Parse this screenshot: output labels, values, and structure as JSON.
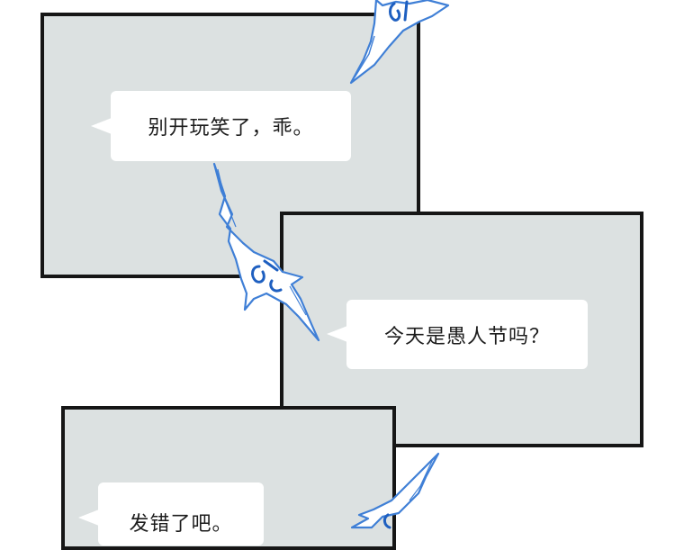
{
  "panels": [
    {
      "id": "panel-1",
      "bubble_text": "别开玩笑了，乖。"
    },
    {
      "id": "panel-2",
      "bubble_text": "今天是愚人节吗？"
    },
    {
      "id": "panel-3",
      "bubble_text": "发错了吧。"
    }
  ],
  "colors": {
    "panel_fill": "#dce1e1",
    "panel_border": "#161616",
    "burst_stroke": "#3f7fd6",
    "burst_fill": "#ffffff"
  },
  "icons": [
    "notification-burst-icon"
  ]
}
